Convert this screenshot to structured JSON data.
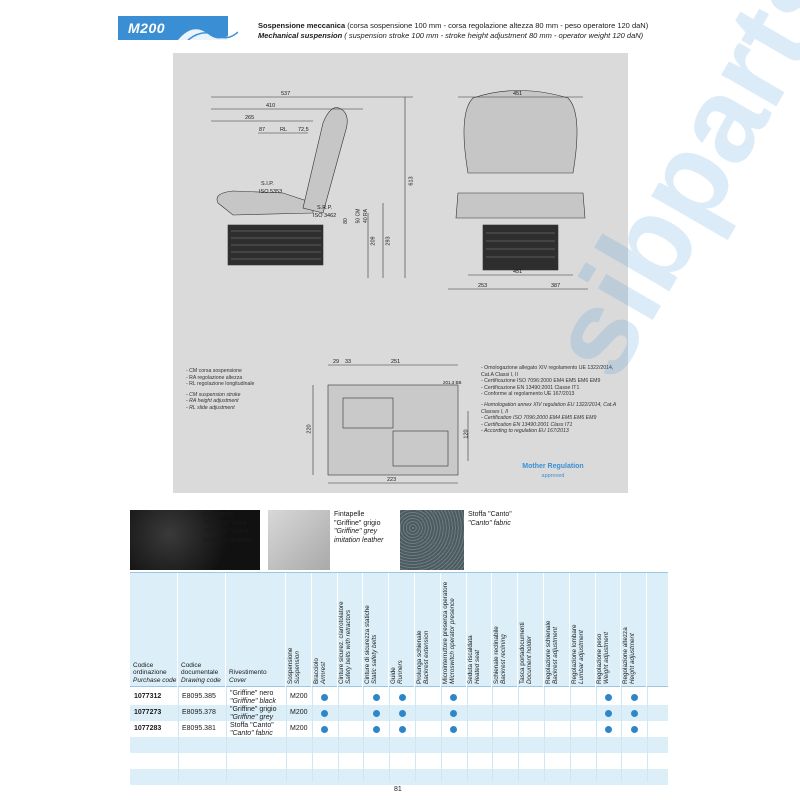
{
  "header": {
    "model_badge": "M200",
    "title_it_bold": "Sospensione meccanica",
    "title_it_rest": " (corsa sospensione 100 mm - corsa regolazione altezza 80 mm - peso operatore 120 daN)",
    "title_en_bold": "Mechanical suspension",
    "title_en_rest": " ( suspension stroke 100 mm - stroke height adjustment 80 mm - operator weight 120 daN)"
  },
  "drawing": {
    "side_dims": [
      "537",
      "410",
      "265",
      "87",
      "RL",
      "72,5",
      "613",
      "293",
      "209",
      "50 CM",
      "40 RA",
      "80"
    ],
    "sip_label": "S.I.P.",
    "sip_iso": "ISO 5353",
    "srp_label": "S.R.P.",
    "srp_iso": "ISO 3462",
    "front_dims": [
      "451",
      "451",
      "253",
      "387"
    ],
    "base_dims": [
      "29",
      "33",
      "251",
      "201,3 BB",
      "220",
      "120",
      "223"
    ],
    "legend_it": [
      "- CM corsa sospensione",
      "- RA regolazione altezza",
      "- RL regolazione longitudinale"
    ],
    "legend_en": [
      "- CM suspension stroke",
      "- RA height adjustment",
      "- RL slide adjustment"
    ],
    "cert_it": [
      "- Omologazione allegato XIV regolamento UE 1322/2014, Cat.A Classi I, II",
      "- Certificazione ISO 7096:2000 EM4 EM5 EM6 EM9",
      "- Certificazione EN 13490:2001 Classe IT1",
      "- Conforme al regolamento UE 167/2013"
    ],
    "cert_en": [
      "- Homologation annex XIV regulation EU 1322/2014, Cat.A Classes I, II",
      "- Certification ISO 7096:2000 EM4 EM5 EM6 EM9",
      "- Certification EN 13490:2001 Class IT1",
      "- According to regulation EU 167/2013"
    ],
    "mother_regulation": "Mother Regulation",
    "approved": "approved",
    "watermark": "sibparts"
  },
  "swatches": [
    {
      "it": "Fintapelle",
      "it2": "\"Griffine\" nero",
      "en": "\"Griffine\" black",
      "en2": "imitation leather"
    },
    {
      "it": "Fintapelle",
      "it2": "\"Griffine\" grigio",
      "en": "\"Griffine\" grey",
      "en2": "imitation leather"
    },
    {
      "it": "Stoffa \"Canto\"",
      "it2": "",
      "en": "\"Canto\" fabric",
      "en2": ""
    }
  ],
  "table": {
    "col_code_it": "Codice ordinazione",
    "col_code_en": "Purchase code",
    "col_doc_it": "Codice documentale",
    "col_doc_en": "Drawing code",
    "col_cover_it": "Rivestimento",
    "col_cover_en": "Cover",
    "vertical_headers": [
      {
        "it": "Sospensione",
        "en": "Suspension"
      },
      {
        "it": "Bracciolo",
        "en": "Armrest"
      },
      {
        "it": "Cinture sicurez. c/arrotolatore",
        "en": "Safety belts with retractors"
      },
      {
        "it": "Cinture di sicurezza statiche",
        "en": "Static safety belts"
      },
      {
        "it": "Guide",
        "en": "Runners"
      },
      {
        "it": "Prolunga schienale",
        "en": "Backrest extension"
      },
      {
        "it": "Microinterruttore presenza operatore",
        "en": "Microswitch operator presence"
      },
      {
        "it": "Seduta riscaldata",
        "en": "Heated seat"
      },
      {
        "it": "Schienale reclinabile",
        "en": "Backrest reclining"
      },
      {
        "it": "Tasca portadocumenti",
        "en": "Document holder"
      },
      {
        "it": "Regolazione schienale",
        "en": "Backrest adjustment"
      },
      {
        "it": "Regolazione lombare",
        "en": "Lumbar adjustment"
      },
      {
        "it": "Regolazione peso",
        "en": "Weight adjustment"
      },
      {
        "it": "Regolazione altezza",
        "en": "Height adjustment"
      }
    ],
    "rows": [
      {
        "code": "1077312",
        "doc": "E8095.385",
        "cover_it": "\"Griffine\" nero",
        "cover_en": "\"Griffine\" black",
        "suspension": "M200",
        "dots": [
          false,
          true,
          false,
          true,
          true,
          false,
          true,
          false,
          false,
          false,
          false,
          false,
          true,
          true
        ]
      },
      {
        "code": "1077273",
        "doc": "E8095.378",
        "cover_it": "\"Griffine\" grigio",
        "cover_en": "\"Griffine\" grey",
        "suspension": "M200",
        "dots": [
          false,
          true,
          false,
          true,
          true,
          false,
          true,
          false,
          false,
          false,
          false,
          false,
          true,
          true
        ]
      },
      {
        "code": "1077283",
        "doc": "E8095.381",
        "cover_it": "Stoffa \"Canto\"",
        "cover_en": "\"Canto\" fabric",
        "suspension": "M200",
        "dots": [
          false,
          true,
          false,
          true,
          true,
          false,
          true,
          false,
          false,
          false,
          false,
          false,
          true,
          true
        ]
      }
    ]
  },
  "page_number": "81"
}
